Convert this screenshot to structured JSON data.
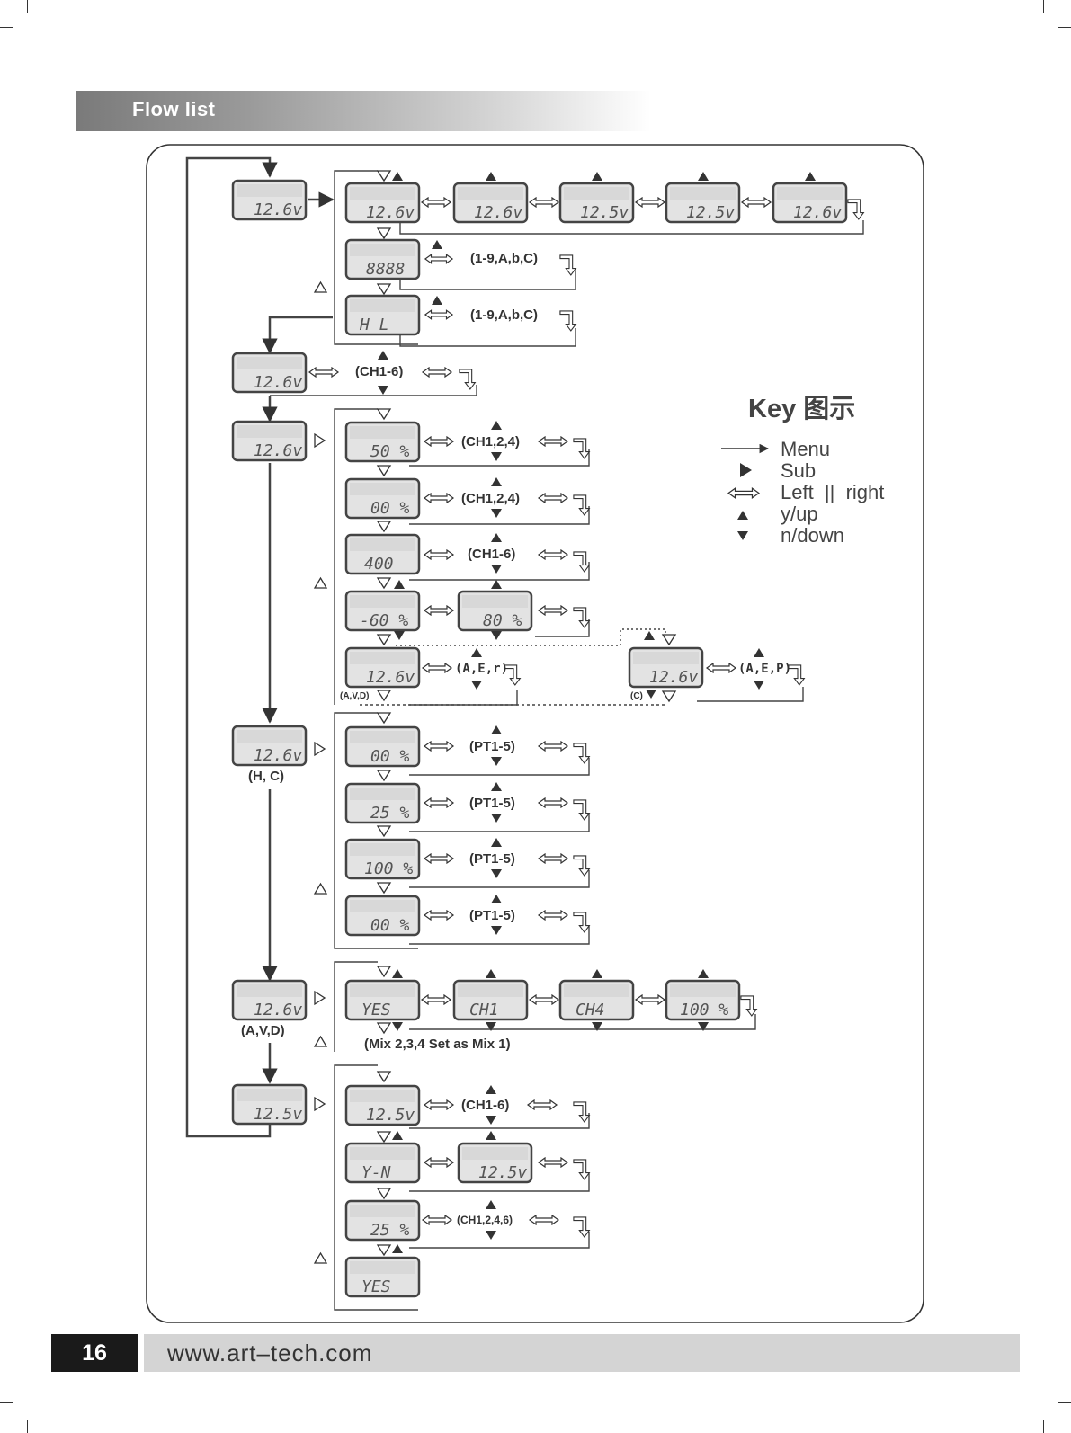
{
  "header": {
    "title": "Flow list"
  },
  "footer": {
    "page_number": "16",
    "url": "www.art–tech.com"
  },
  "key": {
    "title": "Key 图示",
    "menu": "Menu",
    "sub": "Sub",
    "left_right": "Left  ||  right",
    "yes_up": "y/up",
    "no_down": "n/down"
  },
  "labels": {
    "range_1": "(1-9,A,b,C)",
    "range_2": "(1-9,A,b,C)",
    "ch16_a": "(CH1-6)",
    "ch124_a": "(CH1,2,4)",
    "ch124_b": "(CH1,2,4)",
    "ch16_b": "(CH1-6)",
    "aer": "(A,E,r)",
    "aep": "(A,E,P)",
    "avd_small": "(A,V,D)",
    "c_small": "(C)",
    "pt_1": "(PT1-5)",
    "pt_2": "(PT1-5)",
    "pt_3": "(PT1-5)",
    "pt_4": "(PT1-5)",
    "hc": "(H, C)",
    "avd": "(A,V,D)",
    "mix_note": "(Mix 2,3,4 Set as Mix 1)",
    "ch16_c": "(CH1-6)",
    "ch1246": "(CH1,2,4,6)"
  },
  "lcd": {
    "main_0": "12.6v",
    "row1_1": "12.6v",
    "row1_2": "12.6v",
    "row1_3": "12.5v",
    "row1_4": "12.5v",
    "row1_5": "12.6v",
    "r2": "8888",
    "r3": "H  L",
    "rev": "12.6v",
    "sub1": "12.6v",
    "v1": "50 %",
    "v2": "00 %",
    "v3": "400",
    "v4": "-60 %",
    "v4b": "80 %",
    "v5": "12.6v",
    "v5b": "12.6v",
    "sub2": "12.6v",
    "p1": "00 %",
    "p2": "25 %",
    "p3": "100 %",
    "p4": "00 %",
    "sub3": "12.6v",
    "m1": "YES",
    "m2": "CH1",
    "m3": "CH4",
    "m4": "100 %",
    "sub4": "12.5v",
    "s1": "12.5v",
    "s2": "Y-N",
    "s2b": "12.5v",
    "s3": "25 %",
    "s4": "YES"
  }
}
